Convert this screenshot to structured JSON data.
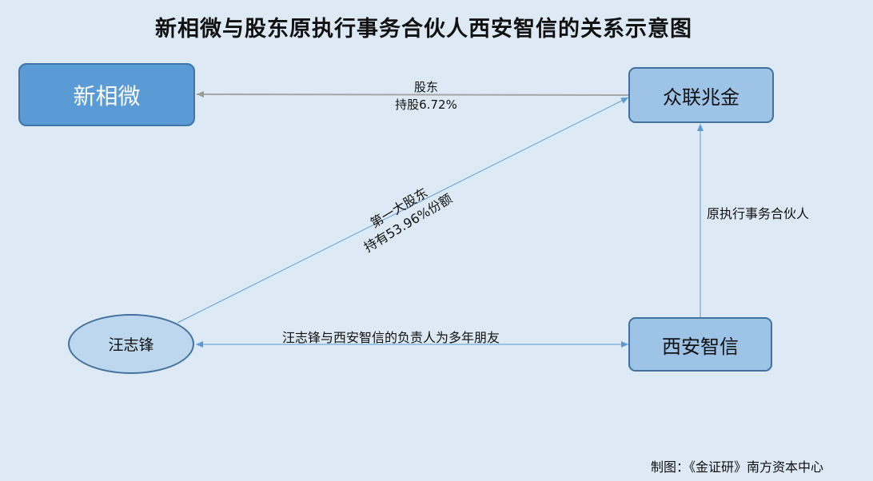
{
  "title": "新相微与股东原执行事务合伙人西安智信的关系示意图",
  "nodes": {
    "xinxiangwei": "新相微",
    "zhonglian": "众联兆金",
    "xian_zhixin": "西安智信",
    "wang": "汪志锋"
  },
  "edges": {
    "top": {
      "line1": "股东",
      "line2": "持股6.72%"
    },
    "diagonal": {
      "line1": "第一大股东",
      "line2": "持有53.96%份额"
    },
    "vertical": "原执行事务合伙人",
    "bottom": "汪志锋与西安智信的负责人为多年朋友"
  },
  "footer": "制图：《金证研》南方资本中心",
  "colors": {
    "background": "#dde9f4",
    "primary_node": "#5b9bd5",
    "secondary_node": "#9dc3e6",
    "ellipse_node": "#bdd7ee",
    "connector": "#5b9bd5",
    "gray_connector": "#a6a6a6"
  }
}
